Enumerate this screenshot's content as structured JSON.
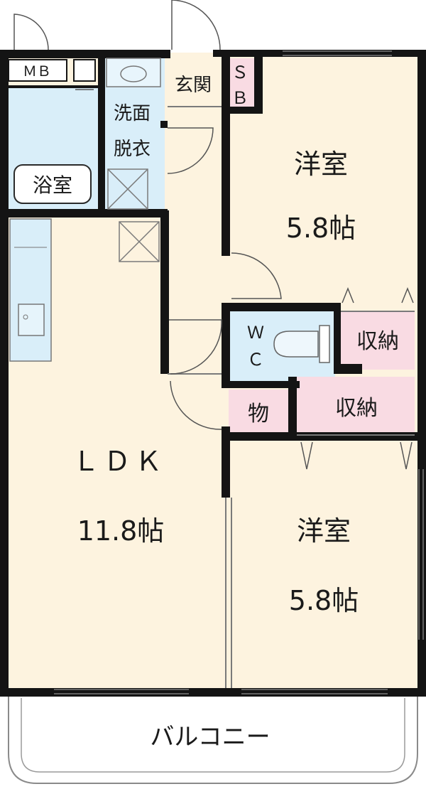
{
  "labels": {
    "mb": "ＭＢ",
    "genkan": "玄関",
    "sb_top": "Ｓ",
    "sb_bottom": "Ｂ",
    "senmen": "洗面",
    "datsui": "脱衣",
    "yokushitsu": "浴室",
    "yoshitsu_upper": "洋室",
    "yoshitsu_upper_size": "5.8帖",
    "wc_top": "Ｗ",
    "wc_bottom": "Ｃ",
    "shuno_upper": "収納",
    "mono": "物",
    "shuno_middle": "収納",
    "ldk": "ＬＤＫ",
    "ldk_size": "11.8帖",
    "yoshitsu_lower": "洋室",
    "yoshitsu_lower_size": "5.8帖",
    "balcony": "バルコニー"
  },
  "colors": {
    "wall": "#141414",
    "floor": "#fdf3df",
    "wet_area": "#d9eef9",
    "storage": "#f9dbe3",
    "genkan": "#fdf3df",
    "balcony": "#ffffff",
    "thin_line": "#7a7a7a"
  }
}
